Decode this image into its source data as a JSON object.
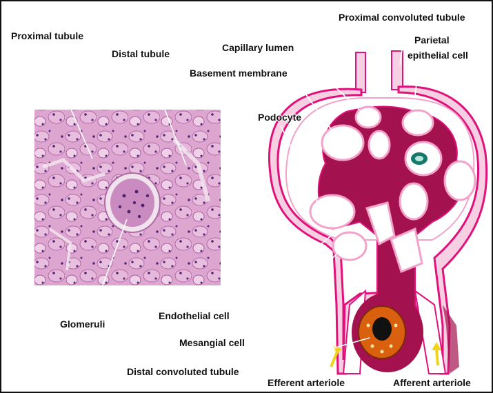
{
  "labels": {
    "proximal_tubule": "Proximal tubule",
    "distal_tubule": "Distal tubule",
    "glomeruli": "Glomeruli",
    "proximal_convoluted_tubule": "Proximal convoluted tubule",
    "capillary_lumen": "Capillary lumen",
    "parietal_epithelial_cell_line1": "Parietal",
    "parietal_epithelial_cell_line2": "epithelial cell",
    "basement_membrane": "Basement membrane",
    "podocyte": "Podocyte",
    "endothelial_cell": "Endothelial cell",
    "mesangial_cell": "Mesangial cell",
    "distal_convoluted_tubule": "Distal convoluted tubule",
    "efferent_arteriole": "Efferent arteriole",
    "afferent_arteriole": "Afferent arteriole"
  },
  "colors": {
    "capsule": "#e0117a",
    "capsule_fill": "#f7cfe3",
    "mesangium": "#a3124e",
    "histology_bg": "#dba4cf",
    "distal_tubule_orange": "#d9600f",
    "arrow_yellow": "#f2d21b",
    "leader_line": "#ffffff"
  }
}
